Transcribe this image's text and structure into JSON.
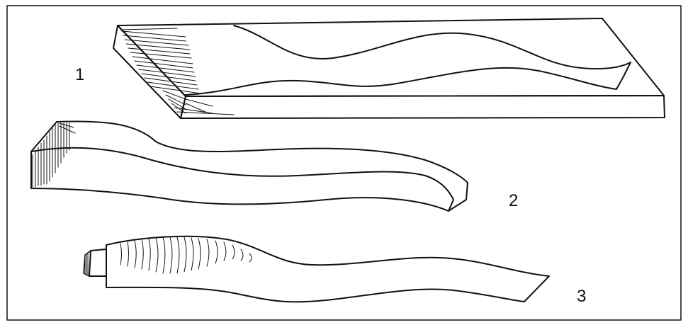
{
  "figure": {
    "steps": [
      {
        "label": "1"
      },
      {
        "label": "2"
      },
      {
        "label": "3"
      }
    ],
    "colors": {
      "ink": "#111111",
      "background": "#ffffff"
    }
  }
}
